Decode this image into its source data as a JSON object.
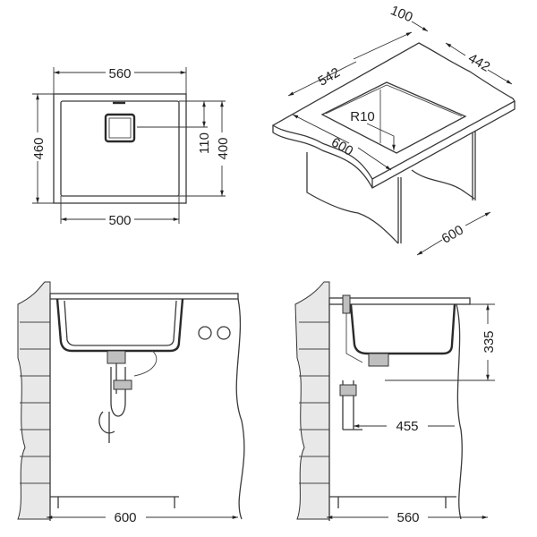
{
  "top_view": {
    "width_outer": "560",
    "width_inner": "500",
    "depth_outer": "460",
    "depth_inner": "400",
    "drain_offset": "110"
  },
  "iso_view": {
    "back_margin": "100",
    "cutout_depth": "442",
    "cutout_width": "542",
    "corner_radius": "R10",
    "counter_width": "600",
    "cabinet_depth": "600"
  },
  "front_view": {
    "cabinet_width": "600"
  },
  "side_view": {
    "cabinet_depth": "560",
    "drain_distance": "455",
    "sink_depth": "335"
  }
}
